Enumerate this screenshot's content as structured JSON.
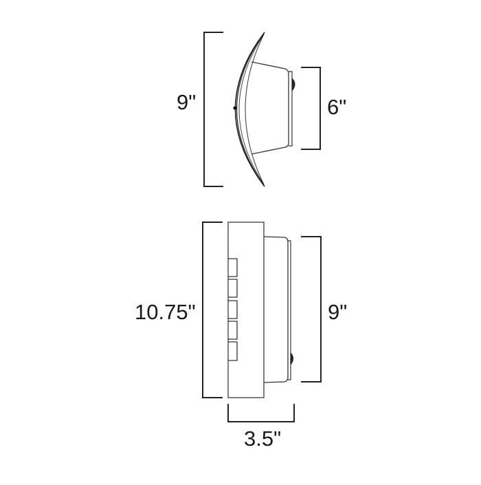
{
  "diagram": {
    "type": "dimension-drawing",
    "subject": "wall sconce light fixture",
    "line_color": "#333333",
    "views": [
      {
        "name": "side-view",
        "dimensions": {
          "overall_height": "9\"",
          "body_height": "6\""
        }
      },
      {
        "name": "front-view",
        "dimensions": {
          "overall_height": "10.75\"",
          "body_height": "9\"",
          "depth": "3.5\""
        }
      }
    ]
  },
  "labels": {
    "top_overall_height": "9\"",
    "top_body_height": "6\"",
    "bottom_overall_height": "10.75\"",
    "bottom_body_height": "9\"",
    "bottom_depth": "3.5\""
  }
}
